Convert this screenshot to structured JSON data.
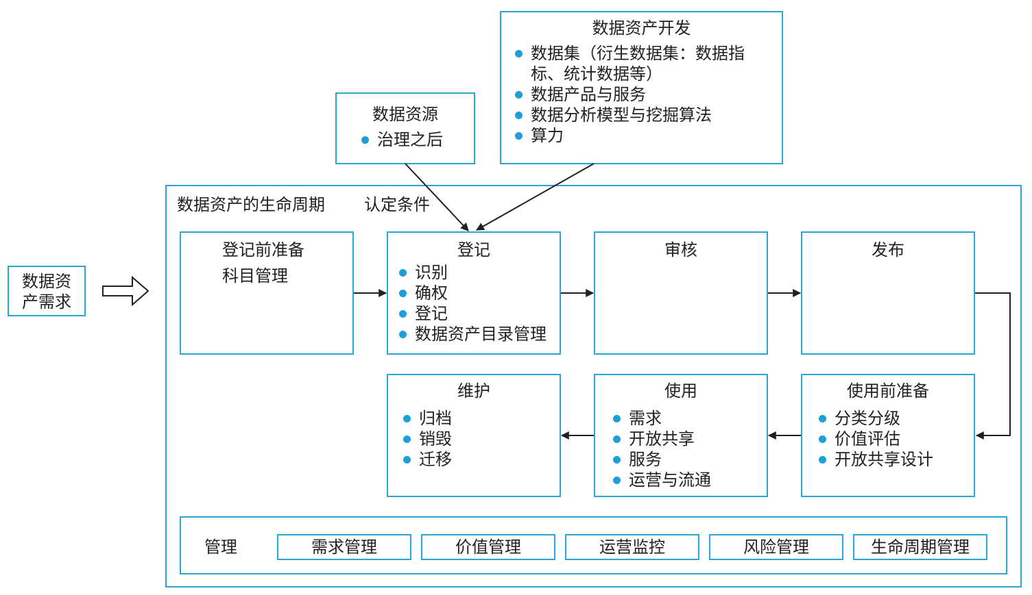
{
  "colors": {
    "accent": "#2ea3d6",
    "bullet": "#1e9fd8",
    "arrow": "#231f20"
  },
  "demand": {
    "line1": "数据资",
    "line2": "产需求"
  },
  "resource": {
    "title": "数据资源",
    "items": [
      "治理之后"
    ]
  },
  "development": {
    "title": "数据资产开发",
    "items": [
      {
        "line1": "数据集（衍生数据集：数据指",
        "line2": "标、统计数据等）"
      },
      {
        "line1": "数据产品与服务"
      },
      {
        "line1": "数据分析模型与挖掘算法"
      },
      {
        "line1": "算力"
      }
    ]
  },
  "lifecycle": {
    "title": "数据资产的生命周期",
    "condition_label": "认定条件"
  },
  "stages": {
    "prep": {
      "title": "登记前准备",
      "sub": "科目管理"
    },
    "register": {
      "title": "登记",
      "items": [
        "识别",
        "确权",
        "登记",
        "数据资产目录管理"
      ]
    },
    "audit": {
      "title": "审核"
    },
    "publish": {
      "title": "发布"
    },
    "pre_use": {
      "title": "使用前准备",
      "items": [
        "分类分级",
        "价值评估",
        "开放共享设计"
      ]
    },
    "use": {
      "title": "使用",
      "items": [
        "需求",
        "开放共享",
        "服务",
        "运营与流通"
      ]
    },
    "maintain": {
      "title": "维护",
      "items": [
        "归档",
        "销毁",
        "迁移"
      ]
    }
  },
  "management": {
    "label": "管理",
    "items": [
      "需求管理",
      "价值管理",
      "运营监控",
      "风险管理",
      "生命周期管理"
    ]
  }
}
